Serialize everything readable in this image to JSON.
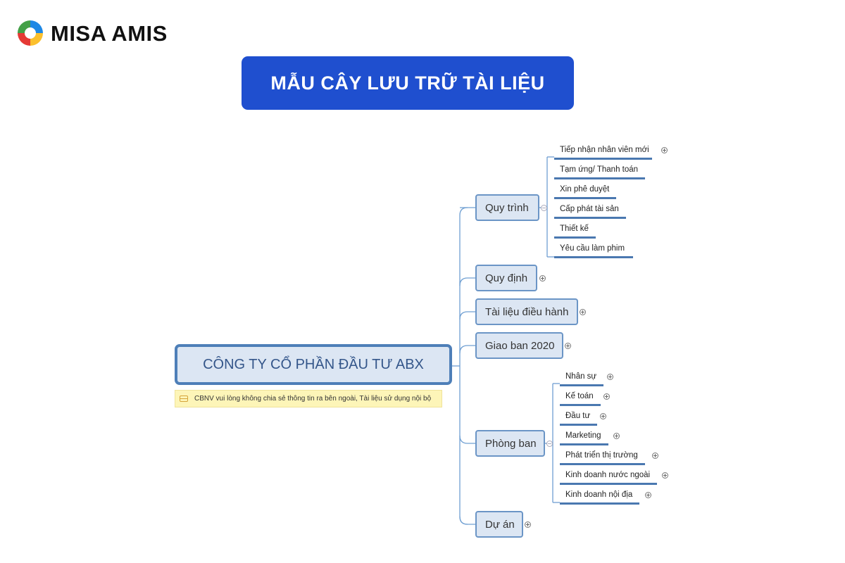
{
  "brand": {
    "name": "MISA AMIS",
    "logo_icon": "misa-amis-ring-logo"
  },
  "banner": {
    "title": "MẪU CÂY LƯU TRỮ TÀI LIỆU"
  },
  "root": {
    "title": "CÔNG TY CỔ PHẦN ĐẦU TƯ ABX",
    "note": "CBNV vui lòng không chia sẻ thông tin ra bên ngoài, Tài liệu sử dụng nội bộ"
  },
  "branches": [
    {
      "label": "Quy trình",
      "children": [
        "Tiếp nhận nhân viên mới",
        "Tạm ứng/ Thanh toán",
        "Xin phê duyệt",
        "Cấp phát tài sản",
        "Thiết kế",
        "Yêu cầu làm phim"
      ]
    },
    {
      "label": "Quy định"
    },
    {
      "label": "Tài liệu điều hành"
    },
    {
      "label": "Giao ban 2020"
    },
    {
      "label": "Phòng ban",
      "children": [
        "Nhân sự",
        "Kế toán",
        "Đầu tư",
        "Marketing",
        "Phát triển thị trường",
        "Kinh doanh nước ngoài",
        "Kinh doanh nội địa"
      ]
    },
    {
      "label": "Dự án"
    }
  ],
  "colors": {
    "banner": "#1f4fcf",
    "node_fill": "#dce6f3",
    "node_border": "#6b95c6",
    "root_border": "#4e7fb8",
    "note_fill": "#fdf5b8"
  }
}
